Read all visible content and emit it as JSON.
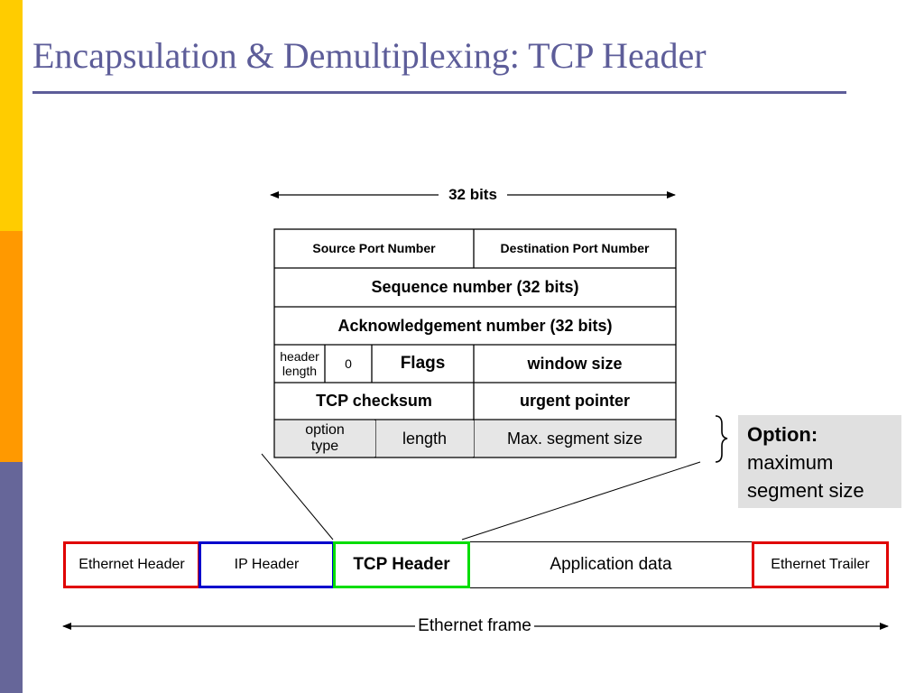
{
  "slide": {
    "title": "Encapsulation & Demultiplexing: TCP Header"
  },
  "header_width_label": "32 bits",
  "tcp_header": {
    "source_port": "Source Port Number",
    "dest_port": "Destination Port Number",
    "sequence": "Sequence number (32 bits)",
    "ack": "Acknowledgement number (32 bits)",
    "header_length_line1": "header",
    "header_length_line2": "length",
    "zero": "0",
    "flags": "Flags",
    "window_size": "window size",
    "checksum": "TCP checksum",
    "urgent_pointer": "urgent pointer",
    "option_type_line1": "option",
    "option_type_line2": "type",
    "option_length": "length",
    "option_value": "Max. segment size"
  },
  "callout": {
    "heading": "Option:",
    "line1": "maximum",
    "line2": "segment size"
  },
  "frame": {
    "ethernet_header": "Ethernet Header",
    "ip_header": "IP Header",
    "tcp_header": "TCP Header",
    "application_data": "Application data",
    "ethernet_trailer": "Ethernet Trailer",
    "frame_label": "Ethernet frame"
  },
  "colors": {
    "sidebar_top": "#FFCC00",
    "sidebar_middle": "#FF9900",
    "sidebar_bottom": "#666699",
    "title": "#5D5D99",
    "ethernet_border": "#E00000",
    "ip_border": "#0000CC",
    "tcp_border": "#00DD00",
    "option_fill": "#E6E6E6",
    "callout_fill": "#E0E0E0"
  }
}
